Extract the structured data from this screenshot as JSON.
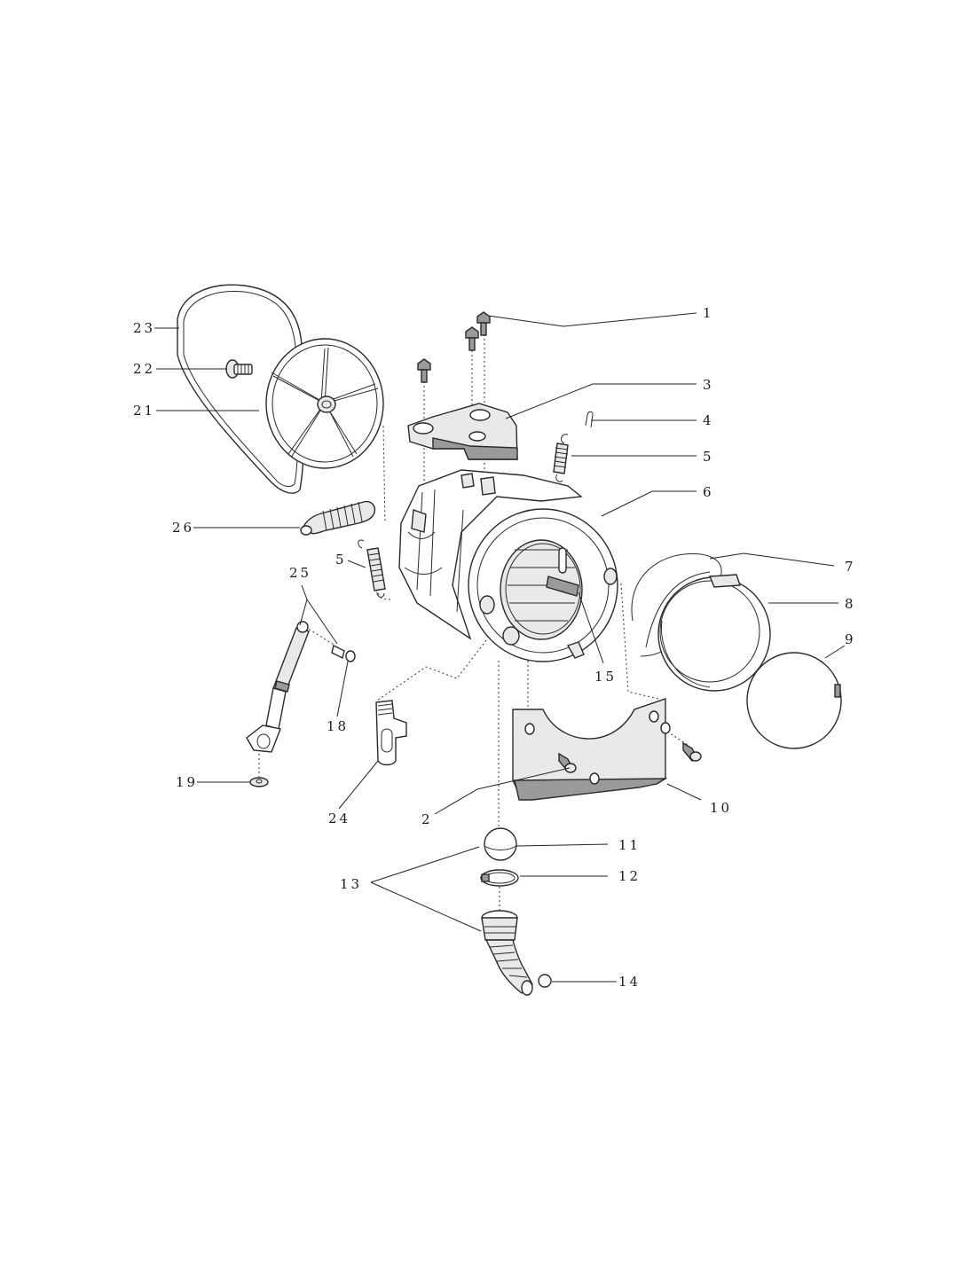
{
  "labels": {
    "l1": "1",
    "l2": "2",
    "l3": "3",
    "l4": "4",
    "l5a": "5",
    "l5b": "5",
    "l6": "6",
    "l7": "7",
    "l8": "8",
    "l9": "9",
    "l10": "10",
    "l11": "11",
    "l12": "12",
    "l13": "13",
    "l14": "14",
    "l15": "15",
    "l18": "18",
    "l19": "19",
    "l21": "21",
    "l22": "22",
    "l23": "23",
    "l24": "24",
    "l25": "25",
    "l26": "26"
  }
}
